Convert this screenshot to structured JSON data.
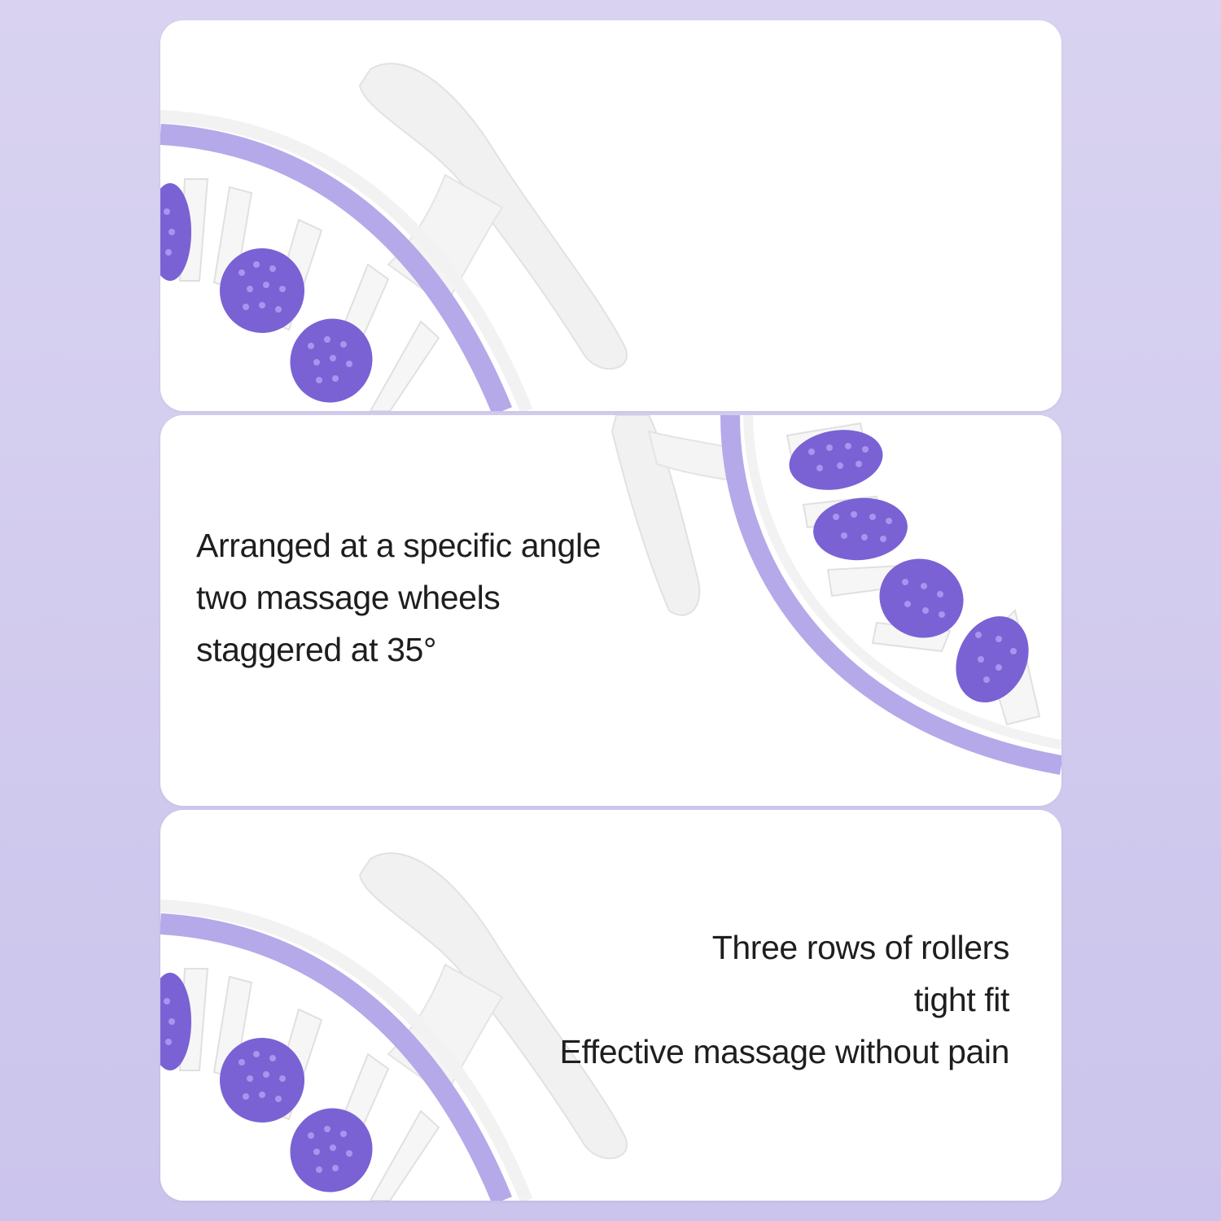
{
  "colors": {
    "background": "#cfc8ee",
    "panel": "#ffffff",
    "ring": "#b4a8e8",
    "roller": "#7a62d4",
    "roller_dot": "#a895ee",
    "handle": "#f3f3f3"
  },
  "icons": [
    "massage-roller-illustration"
  ],
  "panels": [
    {
      "caption_lines": []
    },
    {
      "caption_lines": [
        "Arranged at a specific angle",
        "two massage wheels",
        "staggered at 35°"
      ]
    },
    {
      "caption_lines": [
        "Three rows of rollers",
        "tight fit",
        "Effective massage without pain"
      ]
    }
  ]
}
